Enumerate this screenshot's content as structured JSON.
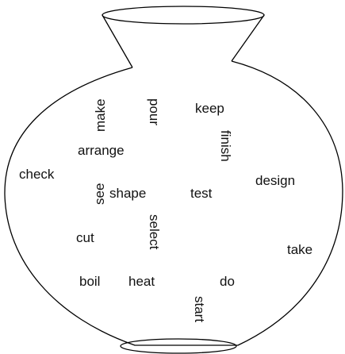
{
  "diagram": {
    "words": {
      "make": "make",
      "pour": "pour",
      "keep": "keep",
      "finish": "finish",
      "arrange": "arrange",
      "check": "check",
      "see": "see",
      "shape": "shape",
      "test": "test",
      "design": "design",
      "select": "select",
      "cut": "cut",
      "take": "take",
      "boil": "boil",
      "heat": "heat",
      "do": "do",
      "start": "start"
    }
  }
}
